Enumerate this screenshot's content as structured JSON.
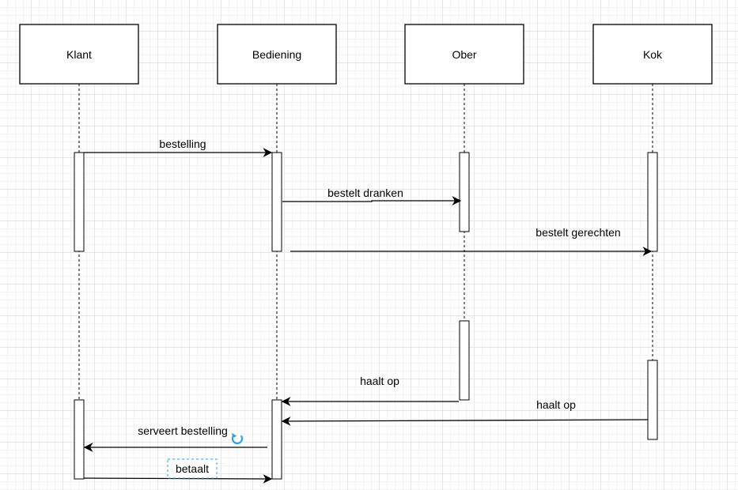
{
  "participants": [
    {
      "id": "klant",
      "label": "Klant"
    },
    {
      "id": "bediening",
      "label": "Bediening"
    },
    {
      "id": "ober",
      "label": "Ober"
    },
    {
      "id": "kok",
      "label": "Kok"
    }
  ],
  "messages": [
    {
      "id": "bestelling",
      "label": "bestelling",
      "from": "klant",
      "to": "bediening"
    },
    {
      "id": "bestelt-dranken",
      "label": "bestelt dranken",
      "from": "bediening",
      "to": "ober"
    },
    {
      "id": "bestelt-gerechten",
      "label": "bestelt gerechten",
      "from": "bediening",
      "to": "kok"
    },
    {
      "id": "haalt-op-ober",
      "label": "haalt op",
      "from": "ober",
      "to": "bediening"
    },
    {
      "id": "haalt-op-kok",
      "label": "haalt op",
      "from": "kok",
      "to": "bediening"
    },
    {
      "id": "serveert-bestelling",
      "label": "serveert bestelling",
      "from": "bediening",
      "to": "klant"
    },
    {
      "id": "betaalt",
      "label": "betaalt",
      "from": "klant",
      "to": "bediening"
    }
  ],
  "selection_color": "#29a3e0",
  "rotate_icon": "rotate-icon"
}
